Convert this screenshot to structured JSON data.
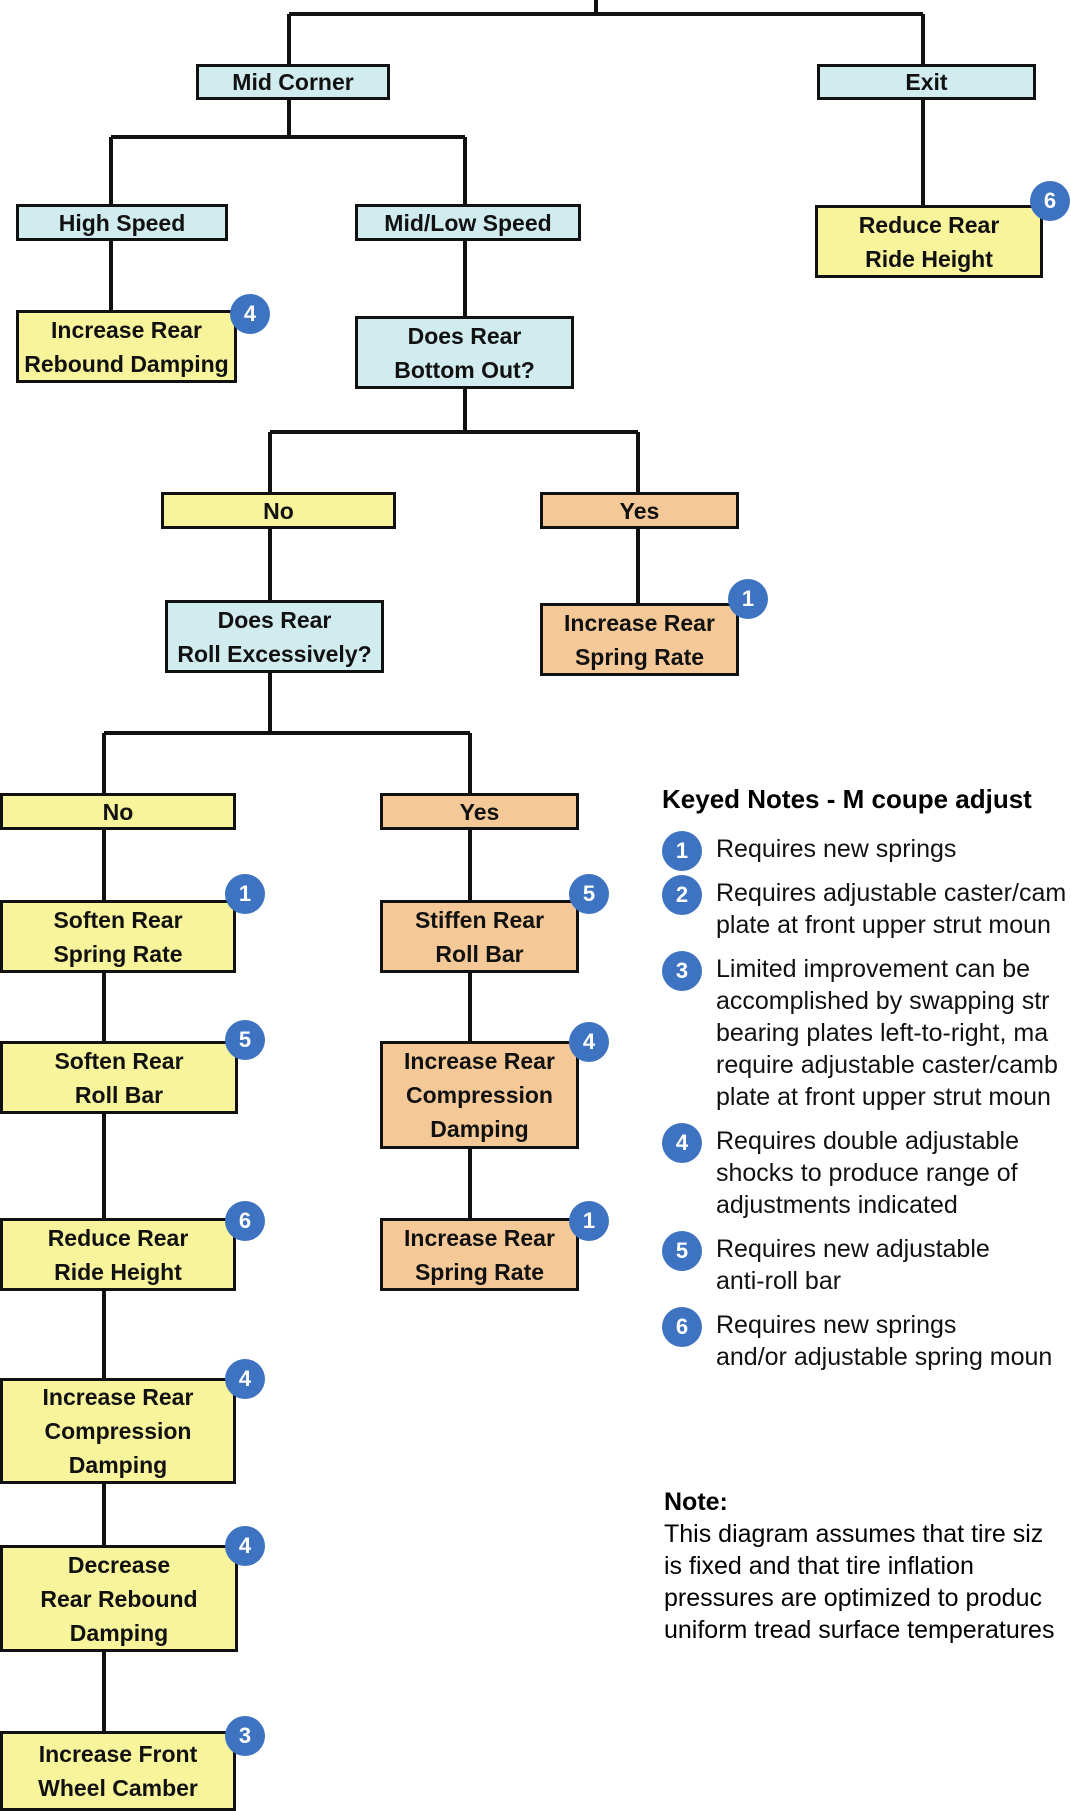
{
  "colors": {
    "question": "#d1ecef",
    "no_branch": "#f7f49b",
    "yes_branch": "#f4c997",
    "badge": "#3d73c1",
    "line": "#111111"
  },
  "nodes": {
    "mid_corner": "Mid Corner",
    "exit": "Exit",
    "high_speed": "High Speed",
    "mid_low_speed": "Mid/Low Speed",
    "increase_rear_rebound": "Increase Rear\nRebound Damping",
    "does_rear_bottom_out": "Does Rear\nBottom Out?",
    "reduce_rear_ride_height_exit": "Reduce Rear\nRide Height",
    "no_1": "No",
    "yes_1": "Yes",
    "does_rear_roll": "Does Rear\nRoll Excessively?",
    "increase_rear_spring_1": "Increase Rear\nSpring Rate",
    "no_2": "No",
    "yes_2": "Yes",
    "soften_rear_spring": "Soften Rear\nSpring Rate",
    "soften_rear_roll_bar": "Soften Rear\nRoll Bar",
    "reduce_rear_ride_height": "Reduce Rear\nRide Height",
    "increase_rear_compression_left": "Increase Rear\nCompression\nDamping",
    "decrease_rear_rebound": "Decrease\nRear Rebound\nDamping",
    "increase_front_camber": "Increase Front\nWheel Camber",
    "stiffen_rear_roll_bar": "Stiffen Rear\nRoll Bar",
    "increase_rear_compression_right": "Increase Rear\nCompression\nDamping",
    "increase_rear_spring_2": "Increase Rear\nSpring Rate"
  },
  "badges": {
    "reduce_rear_ride_height_exit": "6",
    "increase_rear_rebound": "4",
    "increase_rear_spring_1": "1",
    "soften_rear_spring": "1",
    "soften_rear_roll_bar": "5",
    "reduce_rear_ride_height": "6",
    "increase_rear_compression_left": "4",
    "decrease_rear_rebound": "4",
    "increase_front_camber": "3",
    "stiffen_rear_roll_bar": "5",
    "increase_rear_compression_right": "4",
    "increase_rear_spring_2": "1"
  },
  "keyed_notes": {
    "title": "Keyed Notes - M coupe adjust",
    "items": [
      {
        "num": "1",
        "text": "Requires new springs"
      },
      {
        "num": "2",
        "text": "Requires adjustable caster/cam\nplate at front upper strut moun"
      },
      {
        "num": "3",
        "text": "Limited improvement can be\naccomplished by swapping str\nbearing plates left-to-right, ma\nrequire adjustable caster/camb\nplate at front upper strut moun"
      },
      {
        "num": "4",
        "text": "Requires double adjustable\nshocks to produce range of\nadjustments indicated"
      },
      {
        "num": "5",
        "text": "Requires new adjustable\nanti-roll bar"
      },
      {
        "num": "6",
        "text": "Requires new springs\nand/or adjustable spring moun"
      }
    ]
  },
  "note": {
    "heading": "Note:",
    "body": "This diagram assumes that tire siz\nis fixed and that tire inflation\npressures are optimized to produc\nuniform tread surface temperatures"
  }
}
